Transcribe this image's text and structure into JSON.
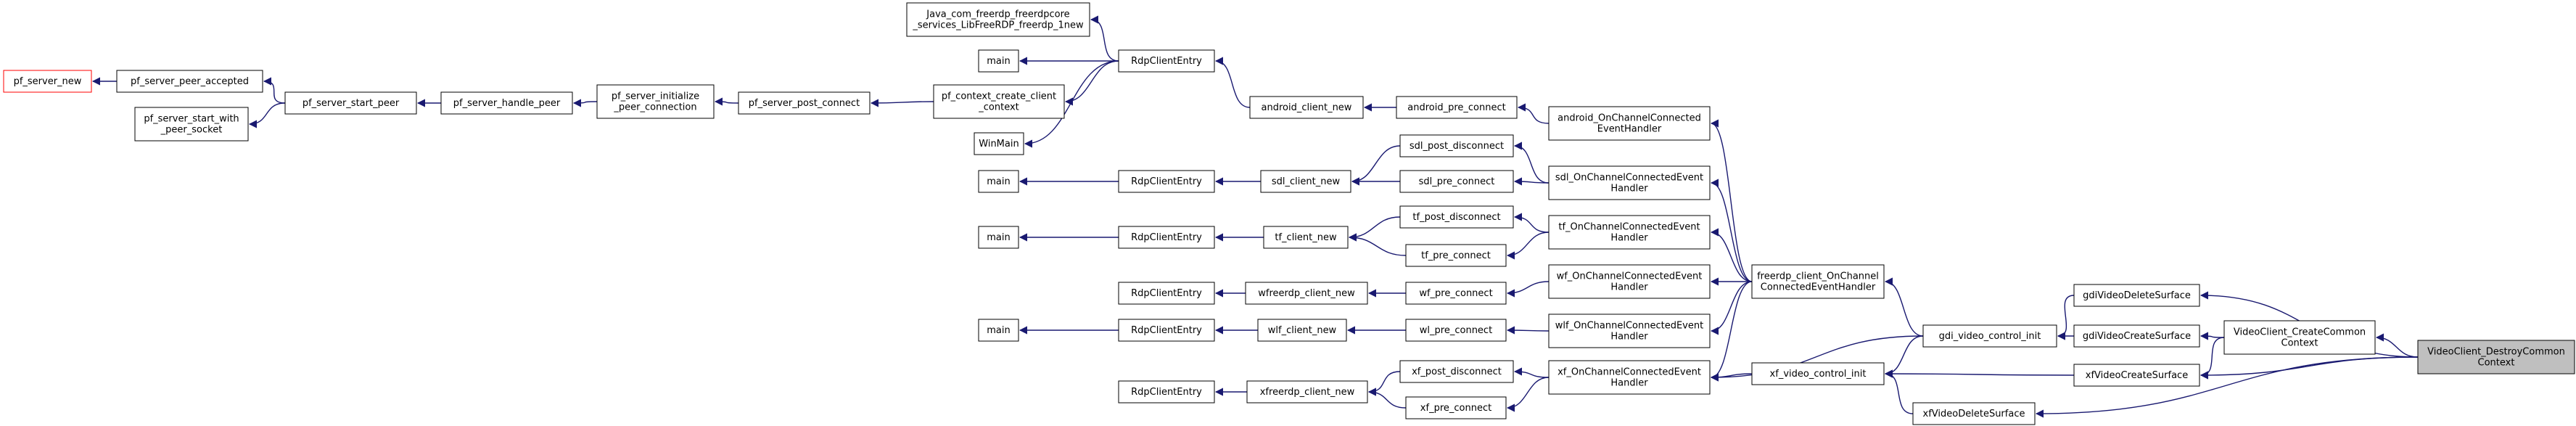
{
  "nodes": {
    "pf_server_new": [
      "pf_server_new"
    ],
    "pf_server_peer_accepted": [
      "pf_server_peer_accepted"
    ],
    "pf_server_start_with_peer_socket": [
      "pf_server_start_with",
      "_peer_socket"
    ],
    "pf_server_start_peer": [
      "pf_server_start_peer"
    ],
    "pf_server_handle_peer": [
      "pf_server_handle_peer"
    ],
    "pf_server_initialize_peer_connection": [
      "pf_server_initialize",
      "_peer_connection"
    ],
    "pf_server_post_connect": [
      "pf_server_post_connect"
    ],
    "java_entry": [
      "Java_com_freerdp_freerdpcore",
      "_services_LibFreeRDP_freerdp_1new"
    ],
    "main_a": [
      "main"
    ],
    "pf_context_create_client_context": [
      "pf_context_create_client",
      "_context"
    ],
    "winmain": [
      "WinMain"
    ],
    "rdpclient_a": [
      "RdpClientEntry"
    ],
    "android_client_new": [
      "android_client_new"
    ],
    "android_pre_connect": [
      "android_pre_connect"
    ],
    "android_handler": [
      "android_OnChannelConnected",
      "EventHandler"
    ],
    "sdl_post_disconnect": [
      "sdl_post_disconnect"
    ],
    "main_b": [
      "main"
    ],
    "rdpclient_b": [
      "RdpClientEntry"
    ],
    "sdl_client_new": [
      "sdl_client_new"
    ],
    "sdl_pre_connect": [
      "sdl_pre_connect"
    ],
    "sdl_handler": [
      "sdl_OnChannelConnectedEvent",
      "Handler"
    ],
    "tf_post_disconnect": [
      "tf_post_disconnect"
    ],
    "main_c": [
      "main"
    ],
    "rdpclient_c": [
      "RdpClientEntry"
    ],
    "tf_client_new": [
      "tf_client_new"
    ],
    "tf_pre_connect": [
      "tf_pre_connect"
    ],
    "tf_handler": [
      "tf_OnChannelConnectedEvent",
      "Handler"
    ],
    "freerdp_handler": [
      "freerdp_client_OnChannel",
      "ConnectedEventHandler"
    ],
    "rdpclient_d": [
      "RdpClientEntry"
    ],
    "wfreerdp_client_new": [
      "wfreerdp_client_new"
    ],
    "wf_pre_connect": [
      "wf_pre_connect"
    ],
    "wf_handler": [
      "wf_OnChannelConnectedEvent",
      "Handler"
    ],
    "main_e": [
      "main"
    ],
    "rdpclient_e": [
      "RdpClientEntry"
    ],
    "wlf_client_new": [
      "wlf_client_new"
    ],
    "wl_pre_connect": [
      "wl_pre_connect"
    ],
    "wlf_handler": [
      "wlf_OnChannelConnectedEvent",
      "Handler"
    ],
    "gdi_video_control_init": [
      "gdi_video_control_init"
    ],
    "gdiVideoDeleteSurface": [
      "gdiVideoDeleteSurface"
    ],
    "gdiVideoCreateSurface": [
      "gdiVideoCreateSurface"
    ],
    "videoclient_create": [
      "VideoClient_CreateCommon",
      "Context"
    ],
    "videoclient_destroy": [
      "VideoClient_DestroyCommon",
      "Context"
    ],
    "xf_post_disconnect": [
      "xf_post_disconnect"
    ],
    "rdpclient_f": [
      "RdpClientEntry"
    ],
    "xfreerdp_client_new": [
      "xfreerdp_client_new"
    ],
    "xf_pre_connect": [
      "xf_pre_connect"
    ],
    "xf_handler": [
      "xf_OnChannelConnectedEvent",
      "Handler"
    ],
    "xf_video_control_init": [
      "xf_video_control_init"
    ],
    "xfVideoCreateSurface": [
      "xfVideoCreateSurface"
    ],
    "xfVideoDeleteSurface": [
      "xfVideoDeleteSurface"
    ]
  },
  "colors": {
    "edge": "#191970",
    "root_fill": "#bfbfbf",
    "highlight_border": "#ff0000"
  }
}
